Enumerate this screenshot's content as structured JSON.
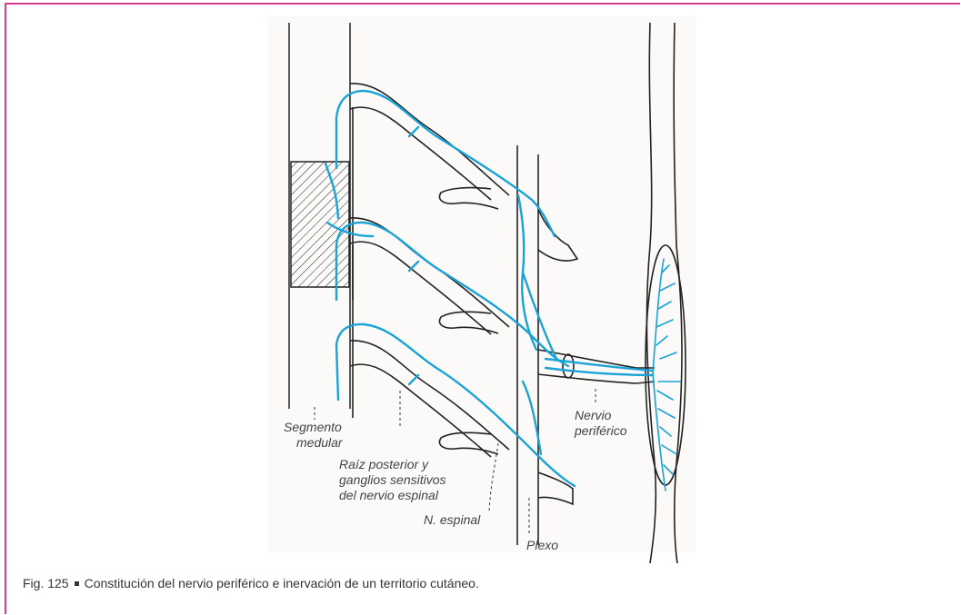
{
  "labels": {
    "segmento": [
      "Segmento",
      "medular"
    ],
    "raiz": [
      "Raíz posterior y",
      "ganglios sensitivos",
      "del nervio espinal"
    ],
    "espinal": "N. espinal",
    "plexo": "Plexo",
    "nervio": [
      "Nervio",
      "periférico"
    ]
  },
  "caption": {
    "number": "Fig. 125",
    "text": "Constitución del nervio periférico e inervación de un territorio cutáneo."
  },
  "colors": {
    "frame": "#d63b8f",
    "nerve": "#1aa3d6",
    "outline": "#222222"
  }
}
